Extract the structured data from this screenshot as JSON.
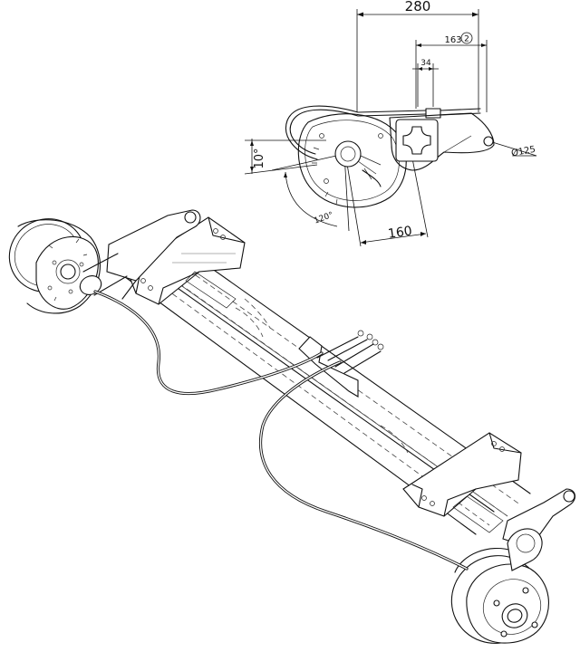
{
  "dimensions": {
    "overall_width": "280",
    "cable_offset": "163",
    "cable_offset_note": "2",
    "bracket_width": "34",
    "tilt_angle": "10°",
    "arc_angle": "120°",
    "hub_offset": "160",
    "hole_diameter": "Ø125"
  }
}
